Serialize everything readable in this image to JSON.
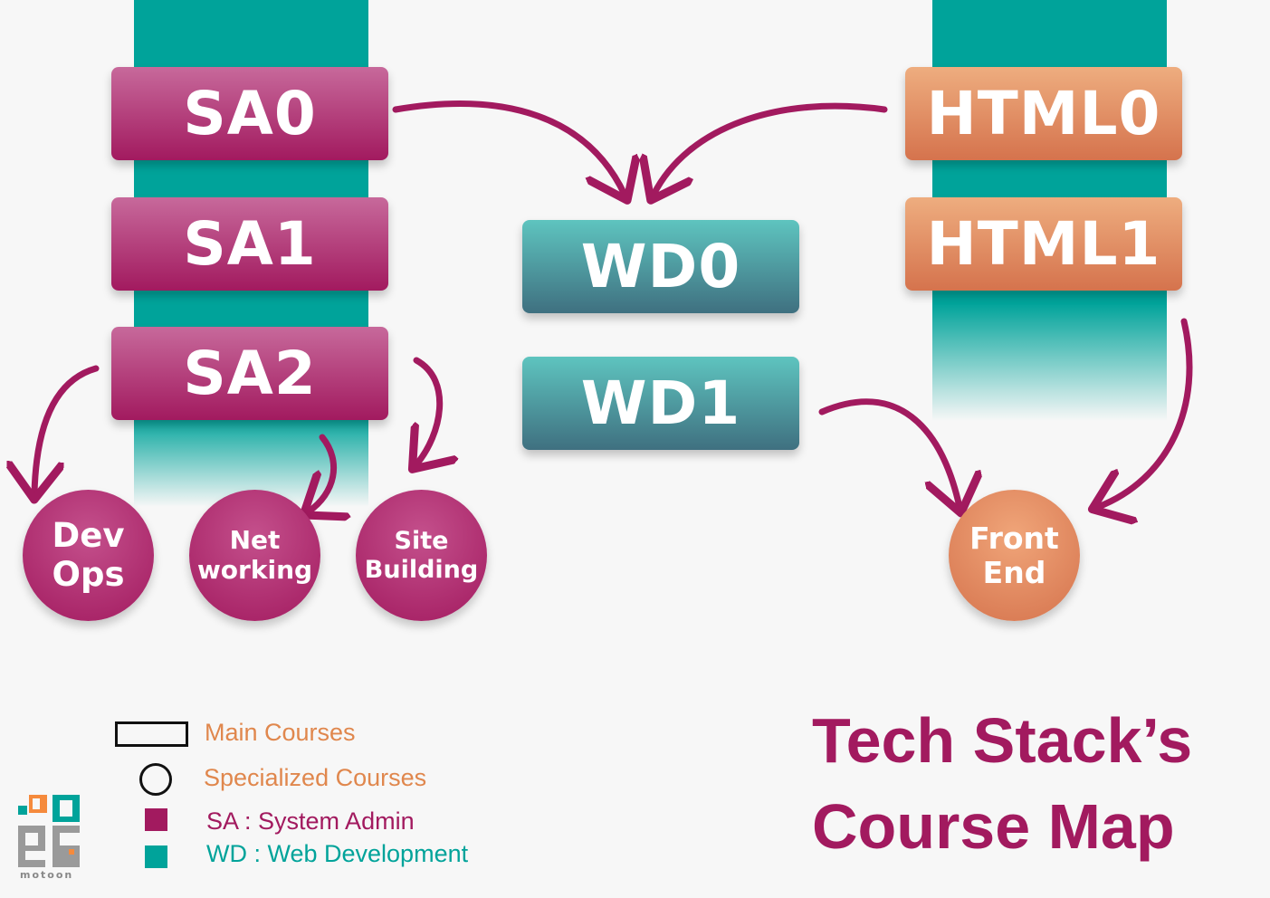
{
  "colors": {
    "sa": "#a21a5f",
    "wd": "#00a39a",
    "html": "#d5734d",
    "arrow": "#a21a5f",
    "legend_orange": "#e0874d"
  },
  "main_courses": {
    "sa0": "SA0",
    "sa1": "SA1",
    "sa2": "SA2",
    "wd0": "WD0",
    "wd1": "WD1",
    "html0": "HTML0",
    "html1": "HTML1"
  },
  "specialized_courses": {
    "devops": [
      "Dev",
      "Ops"
    ],
    "networking": [
      "Net",
      "working"
    ],
    "site_building": [
      "Site",
      "Building"
    ],
    "front_end": [
      "Front",
      "End"
    ]
  },
  "legend": {
    "main": "Main Courses",
    "specialized": "Specialized Courses",
    "sa": "SA : System Admin",
    "wd": "WD : Web Development"
  },
  "title": [
    "Tech Stack’s",
    "Course Map"
  ],
  "logo": {
    "icon": "motoon-logo",
    "text": "motoon"
  }
}
